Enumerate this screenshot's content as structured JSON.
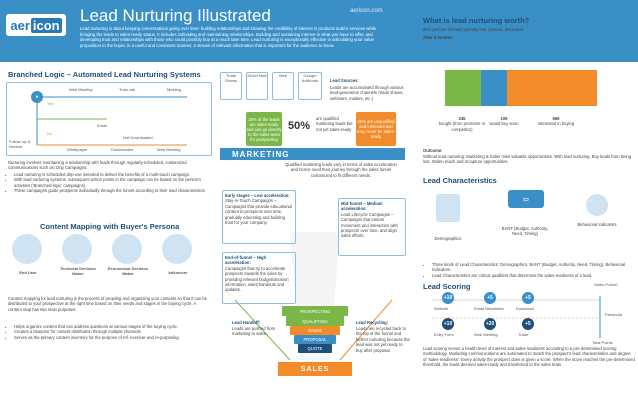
{
  "header": {
    "logo_main": "aer",
    "logo_accent": "icon",
    "title": "Lead Nurturing Illustrated",
    "url": "aericon.com",
    "intro": "Lead nurturing is about keeping conversations going over time: building relationships and showing the credibility of interest in products and/or services while bringing the leads to sales-ready status. It includes cultivating and maintaining relationships. Building and sustaining interest in what you have to offer, and developing trust and relationships with those who could possibly buy at a much later time. Lead nurturing is exceptionally effective in articulating your value proposition to the buyer, in a useful and consistent manner, a stream of relevant information that is important for the audience to know."
  },
  "branched": {
    "title": "Branched Logic – Automated Lead Nurturing Systems",
    "nodes": [
      "Web Meeting",
      "Train call",
      "Meeting",
      "Email",
      "Follow Up & Nurture",
      "Whitepaper",
      "Downloaded",
      "Web Meeting",
      "Not Downloaded"
    ],
    "yes": "Yes",
    "no": "No",
    "body": "Nurturing involves maintaining a relationship with leads through regularly-scheduled, customized communications such as: Drip Campaigns:",
    "bullets": [
      "Lead nurturing is scheduled drip-use intended to deliver the benefits of a multi-touch campaign.",
      "With lead nurturing systems, subsequent action points in the campaign can be based on the person’s activities (‘Branched-logic’ campaigns).",
      "These campaigns guide prospects individually through the funnel according to their lead characteristics."
    ]
  },
  "content": {
    "title": "Content Mapping with Buyer's Persona",
    "personas": [
      "End User",
      "Technical Decision Maker",
      "Economical Decision Maker",
      "Influencer"
    ],
    "body": "Content mapping for lead nurturing is the process of peopling and organizing your contents so that it can be distributed to your prospective at the right time based on their needs and stages in the buying cycle. A content map has two main purposes:",
    "bullets": [
      "Helps organize content that can address questions at various stages of the buying cycle.",
      "Creates a blueprint for content distribution through multiple channels.",
      "Serves as the primary content inventory for the purpose of ref. exercise and re-purposing."
    ]
  },
  "channels": {
    "items": [
      "Trade Shows",
      "Direct Mail",
      "Web",
      "Google AdWords"
    ],
    "lead_sources_title": "Lead Sources:",
    "lead_sources": "Leads are accumulated through various lead-generation channels (trade shows, webinars, mailers, etc.)"
  },
  "marketing": {
    "label": "MARKETING",
    "stat1": "25% of the leads are sales-ready and can go directly to the sales team for prospecting",
    "pct": "50%",
    "stat2": "are qualified marketing leads but not yet sales-ready",
    "stat3": "25% are unqualified and irrelevant and may never be sales-ready",
    "qualified": "Qualified marketing leads vary in terms of sales acceleration and hence need their journey through the sales funnel customized to fit different needs.",
    "early_title": "Early stages – Low acceleration:",
    "early": "Stay-in-Touch Campaigns – Campaigns that provide educational content to prospects over time, gradually educating and building trust for your company.",
    "mid_title": "Mid-funnel – Medium acceleration:",
    "mid": "Lead Lifecycle Campaigns – Campaigns that ensure movement and interaction with prospects over time, and align sales efforts.",
    "end_title": "End-of-funnel – High acceleration:",
    "end": "Campaigns that try to accelerate prospects towards the sales by providing relevant budget/decision information, sales’handouts and updates.",
    "handoff_title": "Lead Handoff:",
    "handoff": "Leads are pushed from marketing to sales.",
    "recycling_title": "Lead Recycling:",
    "recycling": "Leads are recycled back to the top of the funnel and further nurturing because the lead was not yet ready to buy after proposal."
  },
  "funnel": {
    "stages": [
      "PROSPECTING",
      "QUALIFYING",
      "SALES",
      "PROPOSAL",
      "QUOTE"
    ],
    "sales": "SALES"
  },
  "what_works": {
    "title": "What is lead nurturing worth?",
    "subtitle": "80% percent of leads typically lost, ignored, discarded",
    "after": "After 6 months:",
    "stats": [
      {
        "value": "245",
        "label": "bought (from promoter or competitor)"
      },
      {
        "value": "105",
        "label": "would buy soon"
      },
      {
        "value": "665",
        "label": "interested in buying"
      }
    ],
    "outcome_title": "Outcome:",
    "outcome": "Without lead nurturing: Marketing & Sales miss valuable opportunities. With lead nurturing: Buy leads from being lost. Widen reach and recapture opportunities."
  },
  "characteristics": {
    "title": "Lead Characteristics",
    "items": [
      "Demographics",
      "BANT (Budget, Authority, Need, Timing)",
      "Behavioral Indicators"
    ],
    "bullets": [
      "Three kinds of Lead Characteristics: Demographics, BANT (Budget, Authority, Need, Timing), Behavioral Indicators.",
      "Lead Characteristics are critical qualifiers that determine the sales-readiness of a lead."
    ]
  },
  "scoring": {
    "title": "Lead Scoring",
    "events": [
      {
        "label": "Website",
        "score": "+10"
      },
      {
        "label": "Email Newsletter",
        "score": "+5"
      },
      {
        "label": "Download",
        "score": "+5"
      },
      {
        "label": "Entry Form",
        "score": "+10"
      },
      {
        "label": "Web Meeting",
        "score": "+20"
      },
      {
        "label": "Trade",
        "score": "+5"
      }
    ],
    "axis": [
      "Sales Funnel",
      "Threshold",
      "Total Points"
    ],
    "body": "Lead scoring serves a health-level of interest and sales-readiness according to a pre-determined scoring methodology. Marketing communications are automated to match the prospect’s lead characteristics and degree of ‘sales-readiness’. Every activity the prospect does is given a score. When the score reaches the pre-determined threshold, the leads deemed sales-ready and transferred to the sales team."
  }
}
